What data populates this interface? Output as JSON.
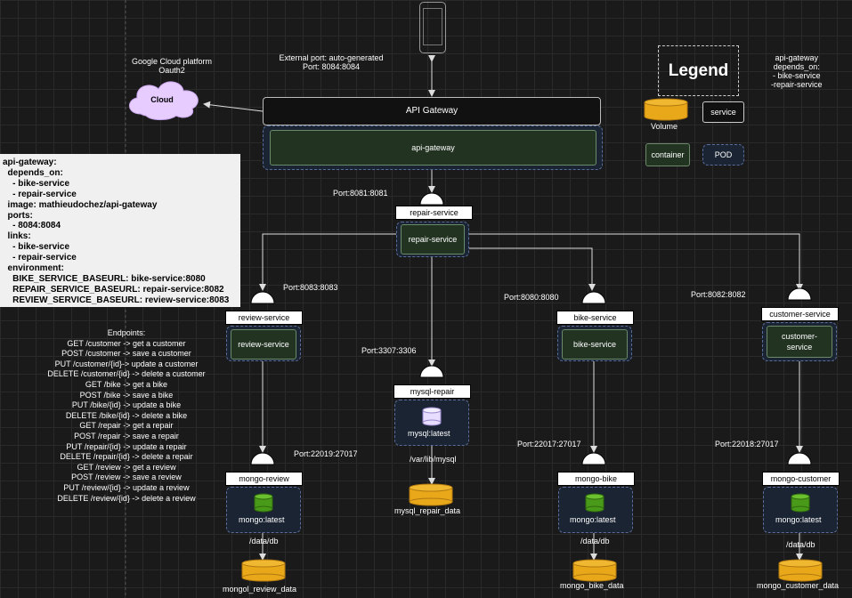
{
  "external_port": {
    "line1": "External port: auto-generated",
    "line2": "Port: 8084:8084"
  },
  "gcp": {
    "line1": "Google Cloud platform",
    "line2": "Oauth2",
    "cloud_label": "Cloud"
  },
  "api_gateway": {
    "title": "API Gateway",
    "container": "api-gateway"
  },
  "gateway_note": {
    "line1": "api-gateway",
    "line2": "depends_on:",
    "line3": "- bike-service",
    "line4": "-repair-service"
  },
  "legend": {
    "title": "Legend",
    "volume": "Volume",
    "service": "service",
    "container": "container",
    "pod": "POD"
  },
  "yaml_text": "api-gateway:\n  depends_on:\n    - bike-service\n    - repair-service\n  image: mathieudochez/api-gateway\n  ports:\n    - 8084:8084\n  links:\n    - bike-service\n    - repair-service\n  environment:\n    BIKE_SERVICE_BASEURL: bike-service:8080\n    REPAIR_SERVICE_BASEURL: repair-service:8082\n    REVIEW_SERVICE_BASEURL: review-service:8083",
  "endpoints_text": "Endpoints:\nGET /customer -> get a customer\nPOST /customer -> save a customer\nPUT /customer/{id}-> update a customer\nDELETE /customer/{id} -> delete a customer\nGET /bike -> get a bike\nPOST /bike -> save a bike\nPUT /bike/{id} -> update a bike\nDELETE /bike/{id} -> delete a bike\nGET /repair -> get a repair\nPOST /repair -> save a repair\nPUT /repair/{id} -> update a repair\nDELETE /repair/{id} -> delete a repair\nGET /review -> get a review\nPOST /review -> save a review\nPUT /review/{id} -> update a review\nDELETE /review/{id} -> delete a review",
  "repair": {
    "port": "Port:8081:8081",
    "service": "repair-service",
    "container": "repair-service"
  },
  "review": {
    "port": "Port:8083:8083",
    "service": "review-service",
    "container": "review-service"
  },
  "bike": {
    "port": "Port:8080:8080",
    "service": "bike-service",
    "container": "bike-service"
  },
  "customer": {
    "port": "Port:8082:8082",
    "service": "customer-service",
    "container": "customer-\nservice"
  },
  "mysql": {
    "port": "Port:3307:3306",
    "service": "mysql-repair",
    "image": "mysql:latest",
    "path": "/var/lib/mysql",
    "volume": "mysql_repair_data"
  },
  "mongo_review": {
    "port": "Port:22019:27017",
    "service": "mongo-review",
    "image": "mongo:latest",
    "path": "/data/db",
    "volume": "mongol_review_data"
  },
  "mongo_bike": {
    "port": "Port:22017:27017",
    "service": "mongo-bike",
    "image": "mongo:latest",
    "path": "/data/db",
    "volume": "mongo_bike_data"
  },
  "mongo_customer": {
    "port": "Port:22018:27017",
    "service": "mongo-customer",
    "image": "mongo:latest",
    "path": "/data/db",
    "volume": "mongo_customer_data"
  }
}
